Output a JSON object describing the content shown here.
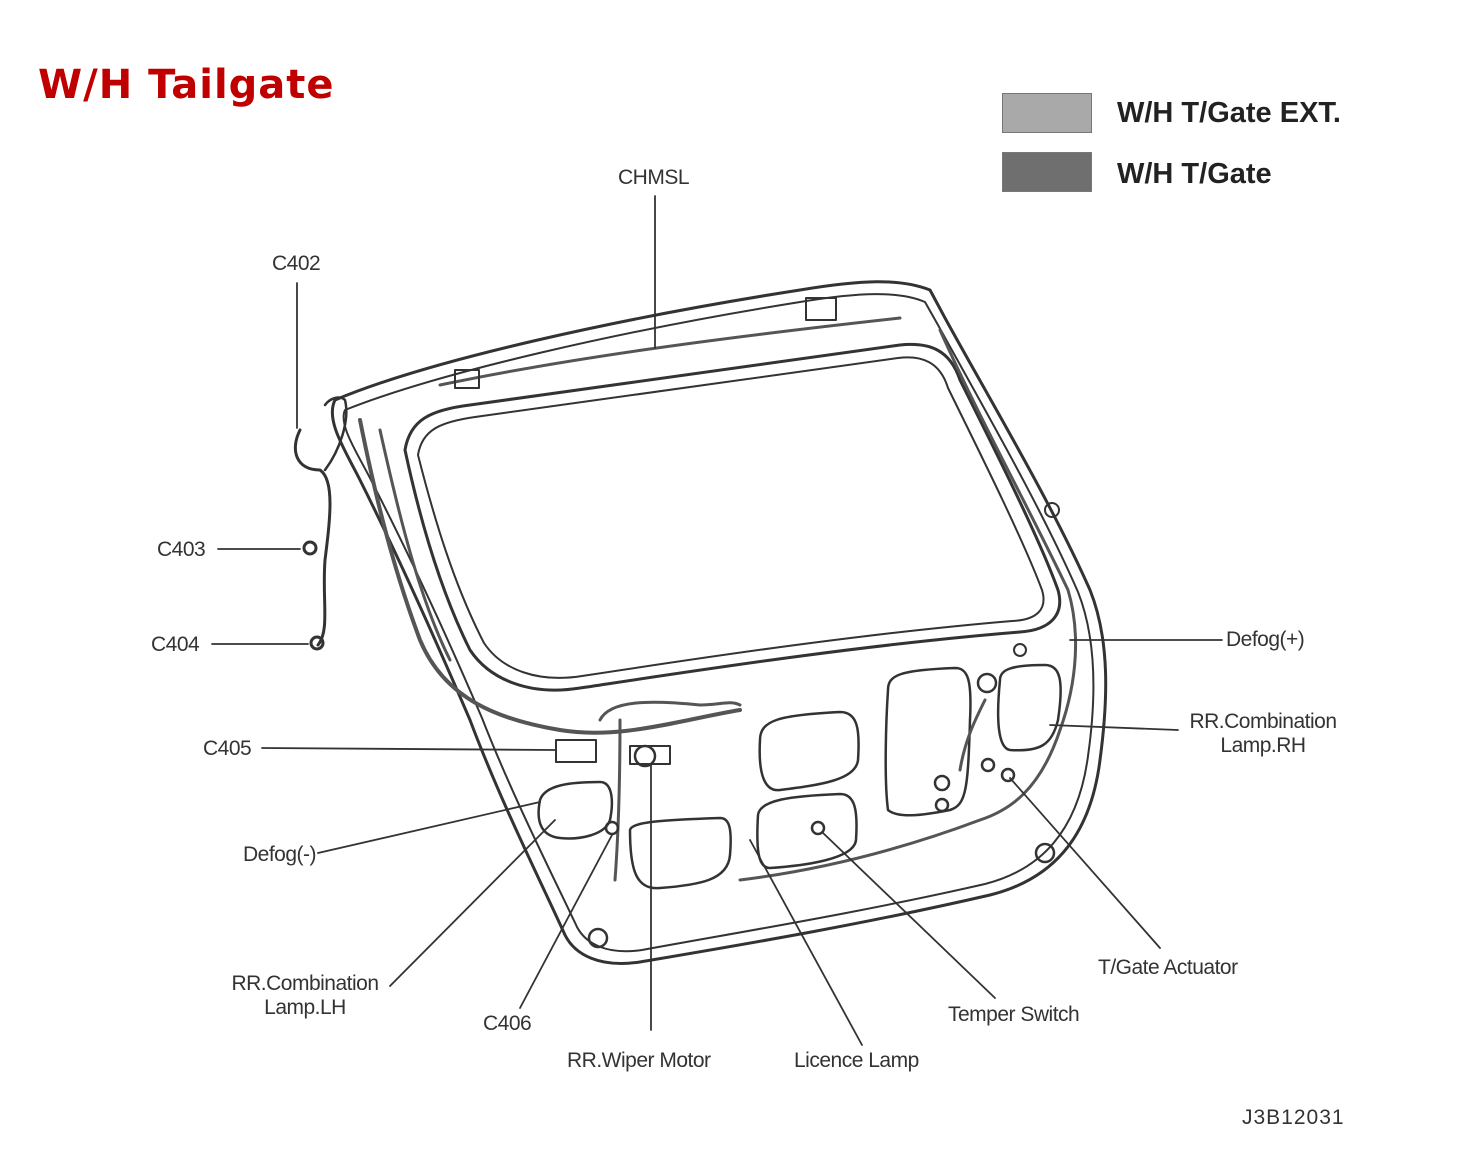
{
  "title": "W/H Tailgate",
  "legend": [
    {
      "label": "W/H T/Gate EXT.",
      "color": "#a9a9a9"
    },
    {
      "label": "W/H T/Gate",
      "color": "#6f6f6f"
    }
  ],
  "callouts": {
    "chmsl": "CHMSL",
    "c402": "C402",
    "c403": "C403",
    "c404": "C404",
    "c405": "C405",
    "defog_minus": "Defog(-)",
    "rr_comb_lh_1": "RR.Combination",
    "rr_comb_lh_2": "Lamp.LH",
    "c406": "C406",
    "rr_wiper_motor": "RR.Wiper Motor",
    "licence_lamp": "Licence Lamp",
    "temper_switch": "Temper Switch",
    "tgate_actuator": "T/Gate Actuator",
    "rr_comb_rh_1": "RR.Combination",
    "rr_comb_rh_2": "Lamp.RH",
    "defog_plus": "Defog(+)"
  },
  "figure_code": "J3B12031",
  "colors": {
    "title": "#c00000",
    "line": "#333333"
  }
}
